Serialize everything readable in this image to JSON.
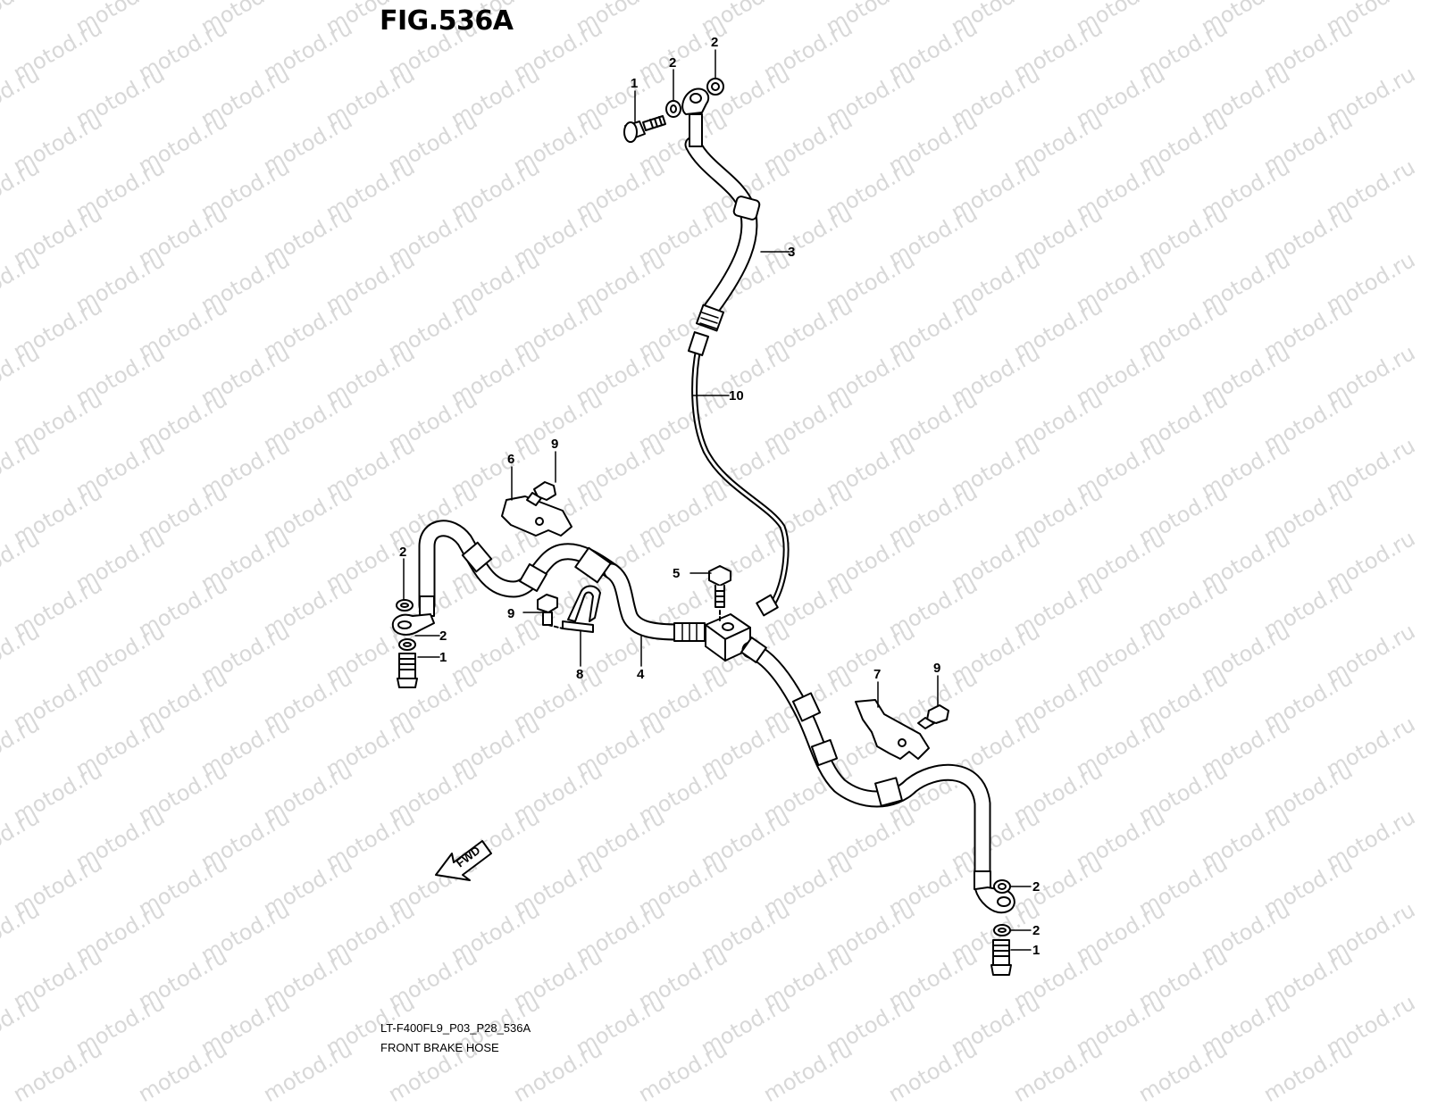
{
  "figure": {
    "title": "FIG.536A",
    "code": "LT-F400FL9_P03_P28_536A",
    "name": "FRONT BRAKE HOSE"
  },
  "watermark": {
    "text": "motod.ru"
  },
  "direction_label": "FWD",
  "callouts": [
    {
      "id": "c1",
      "label": "1"
    },
    {
      "id": "c2",
      "label": "2"
    },
    {
      "id": "c3",
      "label": "2"
    },
    {
      "id": "c4",
      "label": "3"
    },
    {
      "id": "c5",
      "label": "10"
    },
    {
      "id": "c6",
      "label": "6"
    },
    {
      "id": "c7",
      "label": "9"
    },
    {
      "id": "c8",
      "label": "2"
    },
    {
      "id": "c9",
      "label": "2"
    },
    {
      "id": "c10",
      "label": "1"
    },
    {
      "id": "c11",
      "label": "9"
    },
    {
      "id": "c12",
      "label": "8"
    },
    {
      "id": "c13",
      "label": "4"
    },
    {
      "id": "c14",
      "label": "5"
    },
    {
      "id": "c15",
      "label": "7"
    },
    {
      "id": "c16",
      "label": "9"
    },
    {
      "id": "c17",
      "label": "2"
    },
    {
      "id": "c18",
      "label": "2"
    },
    {
      "id": "c19",
      "label": "1"
    }
  ],
  "colors": {
    "line": "#000000",
    "watermark": "#d8d8d8",
    "background": "#ffffff"
  }
}
